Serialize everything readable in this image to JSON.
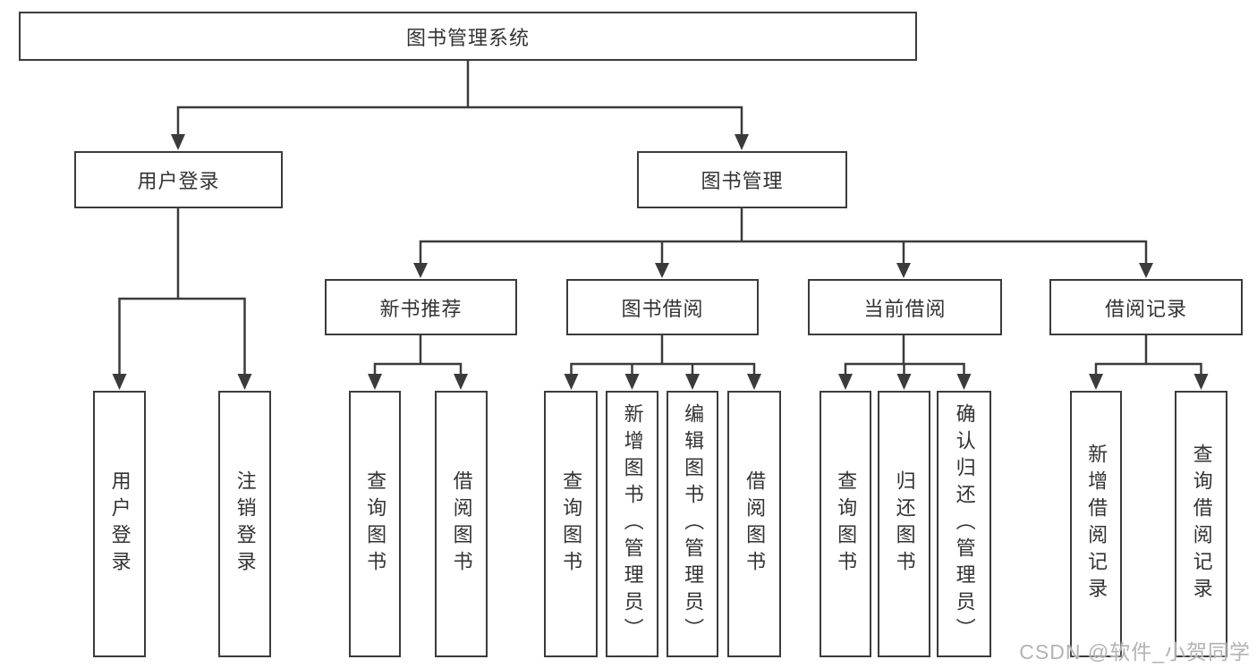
{
  "diagram_type": "functional-structure-tree",
  "tree": {
    "label": "图书管理系统",
    "children": [
      {
        "label": "用户登录",
        "children": [
          {
            "label": "用户登录"
          },
          {
            "label": "注销登录"
          }
        ]
      },
      {
        "label": "图书管理",
        "children": [
          {
            "label": "新书推荐",
            "children": [
              {
                "label": "查询图书"
              },
              {
                "label": "借阅图书"
              }
            ]
          },
          {
            "label": "图书借阅",
            "children": [
              {
                "label": "查询图书"
              },
              {
                "label": "新增图书（管理员）"
              },
              {
                "label": "编辑图书（管理员）"
              },
              {
                "label": "借阅图书"
              }
            ]
          },
          {
            "label": "当前借阅",
            "children": [
              {
                "label": "查询图书"
              },
              {
                "label": "归还图书"
              },
              {
                "label": "确认归还（管理员）"
              }
            ]
          },
          {
            "label": "借阅记录",
            "children": [
              {
                "label": "新增借阅记录"
              },
              {
                "label": "查询借阅记录"
              }
            ]
          }
        ]
      }
    ]
  },
  "watermark": {
    "text": "CSDN @软件_小贺同学"
  },
  "colors": {
    "line": "#3b3b3b",
    "box_border": "#3b3b3b",
    "text": "#333333",
    "watermark": "#b3b3b3",
    "background": "#ffffff"
  }
}
